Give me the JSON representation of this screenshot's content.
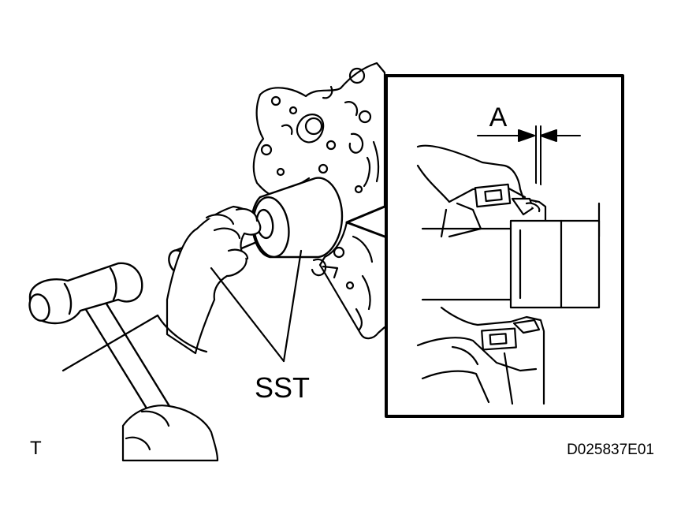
{
  "labels": {
    "gap_dimension": "A",
    "special_tool": "SST",
    "corner_mark": "T",
    "figure_code": "D025837E01"
  },
  "colors": {
    "ink": "#000000",
    "paper": "#ffffff"
  },
  "icons": {
    "hammer": "hammer-icon",
    "hand": "hand-icon"
  }
}
